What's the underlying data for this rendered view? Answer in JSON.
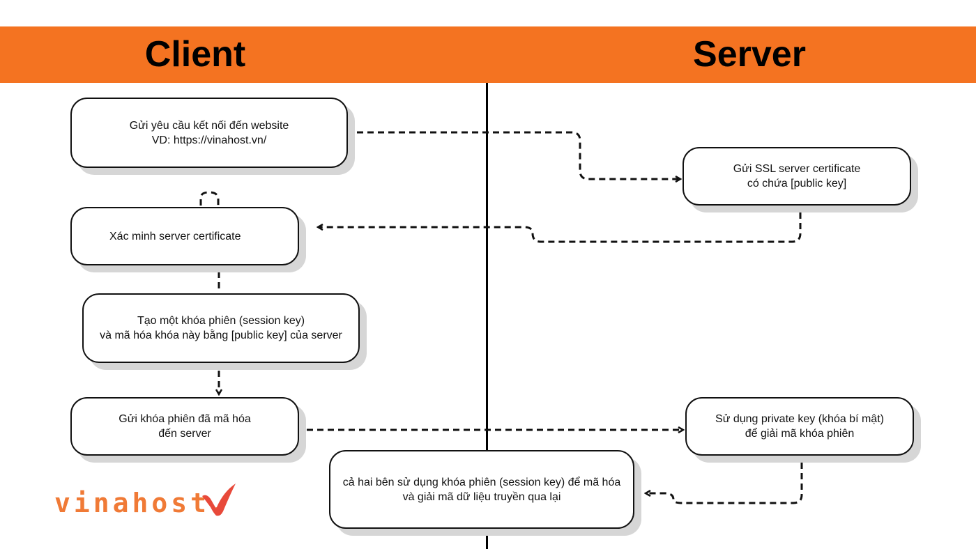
{
  "header": {
    "client_label": "Client",
    "server_label": "Server"
  },
  "steps": {
    "connect": {
      "line1": "Gửi yêu cầu kết nối đến website",
      "line2": "VD: https://vinahost.vn/"
    },
    "ssl": {
      "line1": "Gửi SSL server certificate",
      "line2": "có chứa [public key]"
    },
    "verify": {
      "line1": "Xác minh server certificate"
    },
    "session": {
      "line1": "Tạo một khóa phiên (session key)",
      "line2": "và mã hóa khóa này bằng [public key] của server"
    },
    "send": {
      "line1": "Gửi khóa phiên đã mã hóa",
      "line2": "đến server"
    },
    "private": {
      "line1": "Sử dụng private key (khóa bí mật)",
      "line2": "để giải mã khóa phiên"
    },
    "both": {
      "line1": "cả hai bên sử dụng khóa phiên (session key) để mã hóa",
      "line2": "và giải mã dữ liệu truyền qua lại"
    }
  },
  "logo": {
    "text": "vinahost.",
    "brand_color": "#f07a36",
    "mark_color": "#e8493a"
  },
  "colors": {
    "banner": "#f47321",
    "line": "#111111",
    "shadow": "#d6d6d6"
  }
}
